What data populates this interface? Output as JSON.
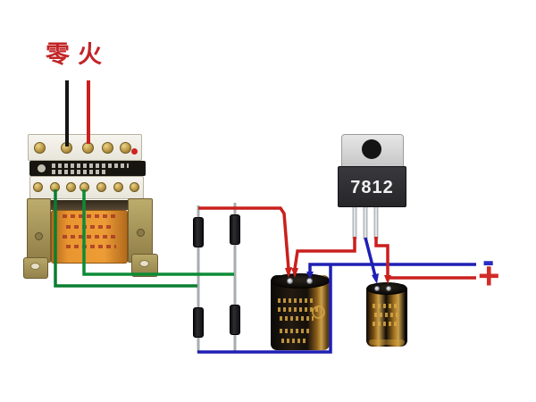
{
  "ac_input": {
    "neutral_label": "零",
    "live_label": "火"
  },
  "regulator": {
    "part_label": "7812"
  },
  "dc_output": {
    "negative_label": "-",
    "positive_label": "+"
  },
  "components": {
    "transformer": "step-down-transformer",
    "rectifier": "four-diode-bridge",
    "filter_capacitor": "large-electrolytic-capacitor",
    "output_capacitor": "small-electrolytic-capacitor"
  },
  "wire_colors": {
    "live": "#c9201d",
    "neutral": "#151515",
    "secondary": "#0c8b36",
    "dc_positive": "#c9201d",
    "dc_ground": "#1f1fb4"
  }
}
